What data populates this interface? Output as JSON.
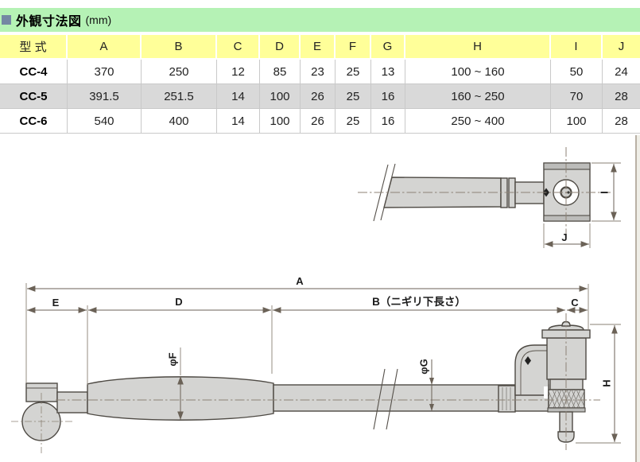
{
  "title": {
    "bullet": "■",
    "text": "外観寸法図",
    "unit": "(mm)"
  },
  "table": {
    "headers": [
      "型 式",
      "A",
      "B",
      "C",
      "D",
      "E",
      "F",
      "G",
      "H",
      "I",
      "J"
    ],
    "rows": [
      {
        "model": "CC-4",
        "values": [
          "370",
          "250",
          "12",
          "85",
          "23",
          "25",
          "13",
          "100 ~ 160",
          "50",
          "24"
        ]
      },
      {
        "model": "CC-5",
        "values": [
          "391.5",
          "251.5",
          "14",
          "100",
          "26",
          "25",
          "16",
          "160 ~ 250",
          "70",
          "28"
        ]
      },
      {
        "model": "CC-6",
        "values": [
          "540",
          "400",
          "14",
          "100",
          "26",
          "25",
          "16",
          "250 ~ 400",
          "100",
          "28"
        ]
      }
    ]
  },
  "drawing": {
    "labels": {
      "a": "A",
      "b": "B（ニギリ下長さ）",
      "c": "C",
      "d": "D",
      "e": "E",
      "f": "φF",
      "g": "φG",
      "h": "H",
      "i": "I",
      "j": "J"
    }
  },
  "colors": {
    "title_bar_bg": "#b5f2b5",
    "title_bullet": "#7487a3",
    "header_bg": "#ffff99",
    "row_alt_bg": "#d9d9d9",
    "cell_border": "#c9c9c9",
    "drawing_line": "#4e4a44",
    "dim_line": "#6b6257",
    "metal_fill": "#d4d4d2",
    "page_edge": "#b9b1a5"
  }
}
